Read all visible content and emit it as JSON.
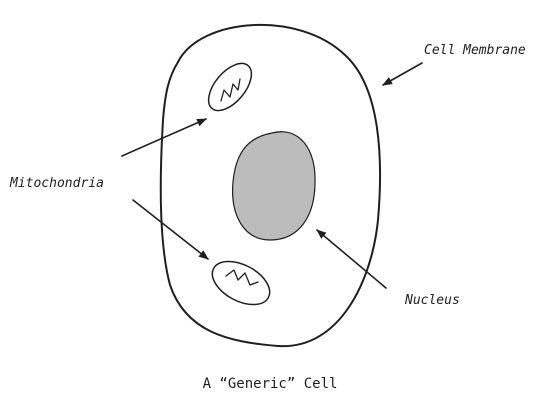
{
  "labels": {
    "cell_membrane": "Cell Membrane",
    "mitochondria": "Mitochondria",
    "nucleus": "Nucleus"
  },
  "caption": "A “Generic” Cell",
  "colors": {
    "ink": "#1f1f1f",
    "nucleus_fill": "#bcbcbc",
    "background": "#ffffff"
  }
}
